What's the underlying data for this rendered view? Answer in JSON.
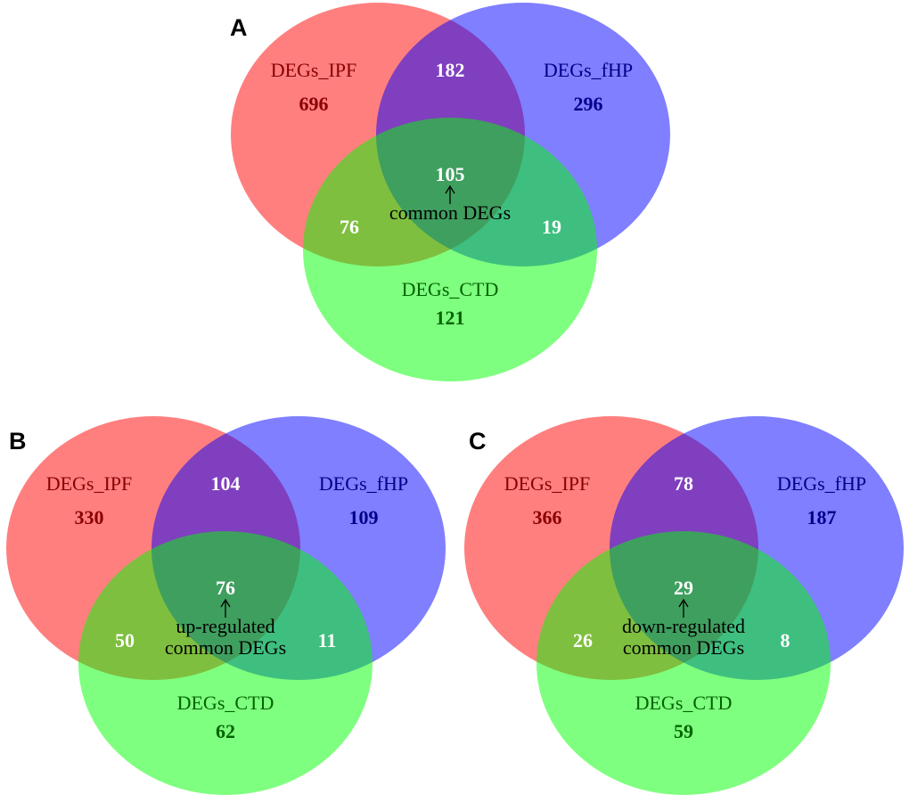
{
  "colors": {
    "ipf": "#ff0000",
    "fhp": "#0000ff",
    "ctd": "#00ff00",
    "ipf_text": "#8b0000",
    "fhp_text": "#00008b",
    "ctd_text": "#006400"
  },
  "panels": [
    {
      "letter": "A",
      "set_labels": {
        "ipf": "DEGs_IPF",
        "fhp": "DEGs_fHP",
        "ctd": "DEGs_CTD"
      },
      "counts": {
        "ipf_only": 696,
        "fhp_only": 296,
        "ctd_only": 121,
        "ipf_fhp": 182,
        "ipf_ctd": 76,
        "fhp_ctd": 19,
        "all": 105
      },
      "annotation": [
        "common DEGs"
      ]
    },
    {
      "letter": "B",
      "set_labels": {
        "ipf": "DEGs_IPF",
        "fhp": "DEGs_fHP",
        "ctd": "DEGs_CTD"
      },
      "counts": {
        "ipf_only": 330,
        "fhp_only": 109,
        "ctd_only": 62,
        "ipf_fhp": 104,
        "ipf_ctd": 50,
        "fhp_ctd": 11,
        "all": 76
      },
      "annotation": [
        "up-regulated",
        "common DEGs"
      ]
    },
    {
      "letter": "C",
      "set_labels": {
        "ipf": "DEGs_IPF",
        "fhp": "DEGs_fHP",
        "ctd": "DEGs_CTD"
      },
      "counts": {
        "ipf_only": 366,
        "fhp_only": 187,
        "ctd_only": 59,
        "ipf_fhp": 78,
        "ipf_ctd": 26,
        "fhp_ctd": 8,
        "all": 29
      },
      "annotation": [
        "down-regulated",
        "common DEGs"
      ]
    }
  ]
}
